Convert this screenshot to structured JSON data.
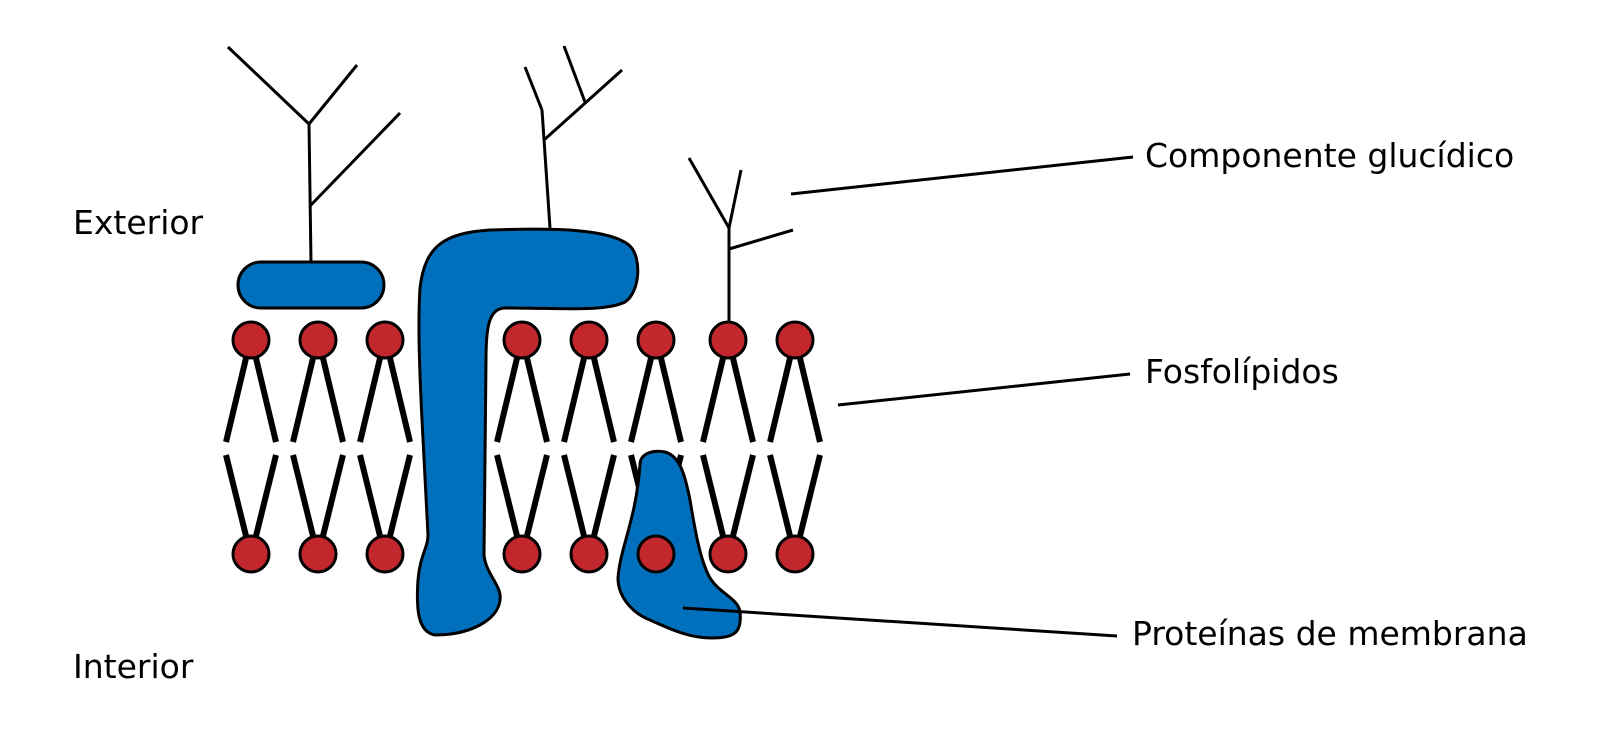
{
  "diagram": {
    "labels": {
      "exterior": "Exterior",
      "interior": "Interior",
      "glucidico": "Componente glucídico",
      "fosfolipidos": "Fosfolípidos",
      "proteinas": "Proteínas de membrana"
    },
    "colors": {
      "protein": "#0070BC",
      "phospholipid_head": "#C1272D",
      "outline": "#000000",
      "background": "#FFFFFF"
    }
  }
}
